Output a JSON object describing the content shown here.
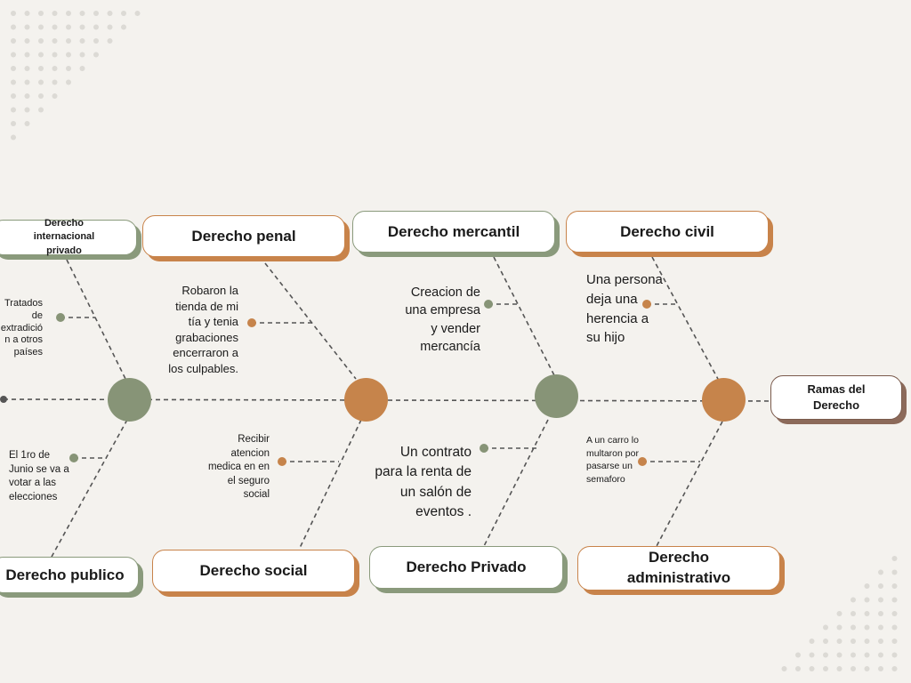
{
  "head": "Ramas del Derecho",
  "branches_top": [
    {
      "label": "Derecho internacional privado",
      "example": "Tratados de extradició n a otros países"
    },
    {
      "label": "Derecho penal",
      "example": "Robaron la tienda de mi tía y tenia grabaciones encerraron a los culpables."
    },
    {
      "label": "Derecho mercantil",
      "example": "Creacion de una empresa y vender mercancía"
    },
    {
      "label": "Derecho civil",
      "example": "Una persona deja una herencia a su hijo"
    }
  ],
  "branches_bottom": [
    {
      "label": "Derecho publico",
      "example": "El 1ro de Junio se va a votar a las elecciones"
    },
    {
      "label": "Derecho social",
      "example": "Recibir atencion medica en en el seguro social"
    },
    {
      "label": "Derecho Privado",
      "example": "Un contrato para la renta de un salón de eventos ."
    },
    {
      "label": "Derecho administrativo",
      "example": "A un carro lo multaron por pasarse un semaforo"
    }
  ],
  "colors": {
    "green": "#879477",
    "orange": "#c6844b",
    "brown": "#8c6a5a",
    "background": "#f4f2ee"
  }
}
